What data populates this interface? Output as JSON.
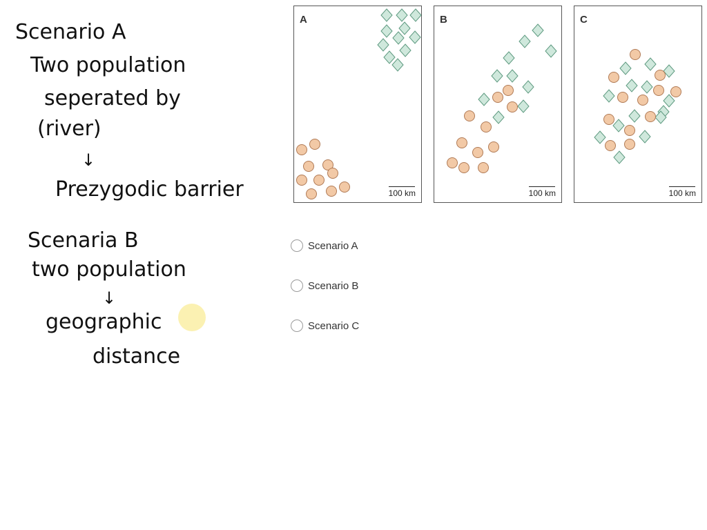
{
  "notes": {
    "line1": "Scenario A",
    "line2": "Two population",
    "line3": "seperated by",
    "line4": "(river)",
    "arrow1": "↓",
    "line5": "Prezygodic barrier",
    "line6": "Scenaria B",
    "line7": "two population",
    "arrow2": "↓",
    "line8": "geographic",
    "line9": "distance"
  },
  "panels": [
    {
      "label": "A",
      "scale": "100 km"
    },
    {
      "label": "B",
      "scale": "100 km"
    },
    {
      "label": "C",
      "scale": "100 km"
    }
  ],
  "options": [
    "Scenario A",
    "Scenario B",
    "Scenario C"
  ],
  "colors": {
    "circle_fill": "#f2c9a6",
    "circle_stroke": "#b07a55",
    "diamond_fill": "#cfe8dc",
    "diamond_stroke": "#5e9a80",
    "cursor_highlight": "#fbf1b2"
  }
}
